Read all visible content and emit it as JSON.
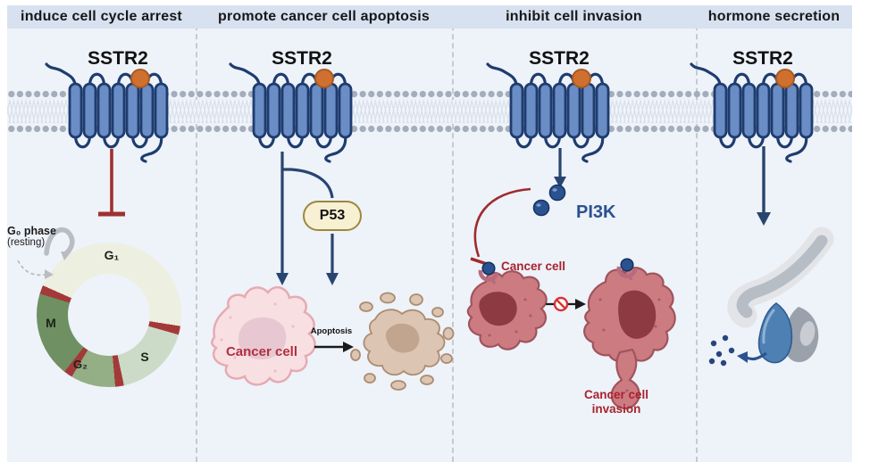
{
  "figure": {
    "type": "signaling-pathway-diagram",
    "receptor": "SSTR2"
  },
  "colors": {
    "header_bg": "#d8e1f0",
    "panel_bg": "#eef2f9",
    "navy": "#28456f",
    "helix_fill": "#6a8dc6",
    "helix_stroke": "#1e3c6e",
    "ligand_orange": "#cf7030",
    "inhibit_red": "#9e2b2b",
    "membrane_dot": "#a4adbb",
    "p53_fill": "#f7f0d3",
    "p53_border": "#9c883d",
    "cancer_cell_pink": "#f8dfe2",
    "cancer_cell_border": "#e5abb2",
    "cancer_label_red": "#b03040",
    "apoptosis_tan": "#dcc5b2",
    "apoptosis_border": "#ab8c70",
    "invasion_rose": "#cc7b81",
    "invasion_border": "#9f545c",
    "invasion_nucleus": "#8e3a42",
    "pi3k_blue": "#2b5290",
    "prohibit_red": "#d63333",
    "gland_gray_outer": "#d9dce1",
    "gland_gray_inner": "#b7bdc5",
    "gland_lobe_gray": "#9aa1aa",
    "gland_lobe_blue": "#4e80b3"
  },
  "panels": [
    {
      "title": "induce cell cycle arrest",
      "receptor_label": "SSTR2"
    },
    {
      "title": "promote cancer cell apoptosis",
      "receptor_label": "SSTR2"
    },
    {
      "title": "inhibit cell invasion",
      "receptor_label": "SSTR2"
    },
    {
      "title": "hormone secretion",
      "receptor_label": "SSTR2"
    }
  ],
  "panel1": {
    "g0_phase_label": "G₀ phase",
    "g0_resting_label": "(resting)",
    "cell_cycle": {
      "type": "donut",
      "labels": {
        "g1": "G₁",
        "s": "S",
        "g2": "G₂",
        "m": "M"
      },
      "segments": [
        {
          "label": "G₁",
          "color": "#edefe0"
        },
        {
          "label": "S",
          "color": "#ccdbc8"
        },
        {
          "label": "G₂",
          "color": "#94ae85"
        },
        {
          "label": "M",
          "color": "#6e9062"
        }
      ],
      "checkpoint_color": "#a43939",
      "conic_stops": [
        [
          "#edefe0",
          0,
          99
        ],
        [
          "#a43939",
          99,
          106
        ],
        [
          "#ccdbc8",
          106,
          168
        ],
        [
          "#a43939",
          168,
          175
        ],
        [
          "#94ae85",
          175,
          211
        ],
        [
          "#a43939",
          211,
          218
        ],
        [
          "#6e9062",
          218,
          287
        ],
        [
          "#a43939",
          287,
          294
        ],
        [
          "#edefe0",
          294,
          360
        ]
      ]
    }
  },
  "panel2": {
    "p53_label": "P53",
    "cancer_cell_label": "Cancer cell",
    "apoptosis_label": "Apoptosis"
  },
  "panel3": {
    "pi3k_label": "PI3K",
    "cancer_cell_label": "Cancer cell",
    "invasion_label_line1": "Cancer cell",
    "invasion_label_line2": "invasion"
  },
  "panel4": {}
}
